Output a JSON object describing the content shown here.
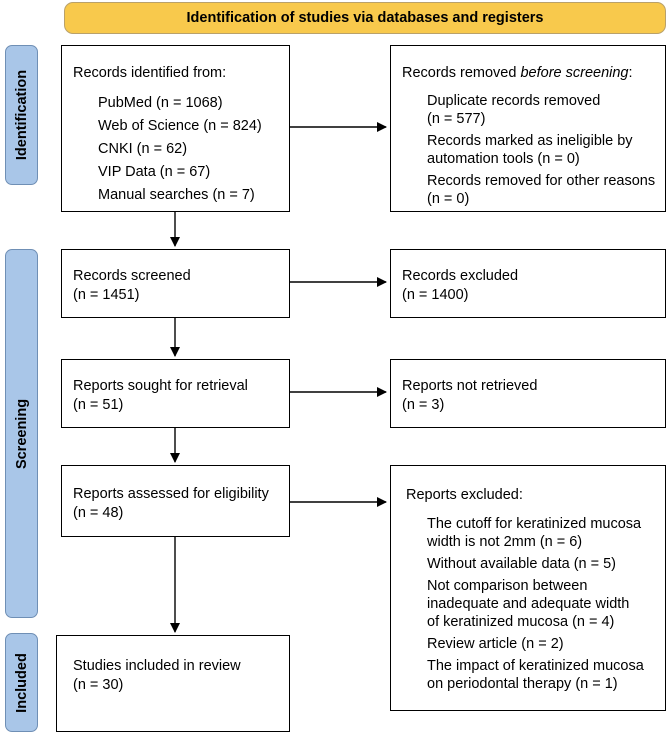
{
  "banner": "Identification of studies via databases and registers",
  "phases": {
    "identification": "Identification",
    "screening": "Screening",
    "included": "Included"
  },
  "identified": {
    "header": "Records identified from:",
    "sources": [
      "PubMed (n = 1068)",
      "Web of Science (n = 824)",
      "CNKI (n = 62)",
      "VIP Data (n = 67)",
      "Manual searches (n = 7)"
    ]
  },
  "removed": {
    "header_prefix": "Records removed ",
    "header_em": "before screening",
    "header_suffix": ":",
    "dup_1": "Duplicate records removed",
    "dup_2": "(n = 577)",
    "auto_1": "Records marked as ineligible by",
    "auto_2": "automation tools (n = 0)",
    "other_1": "Records removed for other reasons",
    "other_2": "(n = 0)"
  },
  "screened": {
    "label": "Records screened",
    "n": "(n = 1451)"
  },
  "excluded": {
    "label": "Records excluded",
    "n": "(n = 1400)"
  },
  "sought": {
    "label": "Reports sought for retrieval",
    "n": "(n = 51)"
  },
  "not_retrieved": {
    "label": "Reports not retrieved",
    "n": "(n = 3)"
  },
  "assessed": {
    "label": "Reports assessed for eligibility",
    "n": "(n = 48)"
  },
  "reports_excluded": {
    "header": "Reports excluded:",
    "r1_1": "The cutoff for keratinized mucosa",
    "r1_2": "width is not 2mm (n = 6)",
    "r2": "Without available data (n = 5)",
    "r3_1": "Not comparison between",
    "r3_2": "inadequate and adequate width",
    "r3_3": "of keratinized mucosa (n = 4)",
    "r4": "Review article (n = 2)",
    "r5_1": "The impact of keratinized mucosa",
    "r5_2": "on periodontal therapy (n = 1)"
  },
  "included": {
    "label": "Studies included in review",
    "n": "(n = 30)"
  }
}
